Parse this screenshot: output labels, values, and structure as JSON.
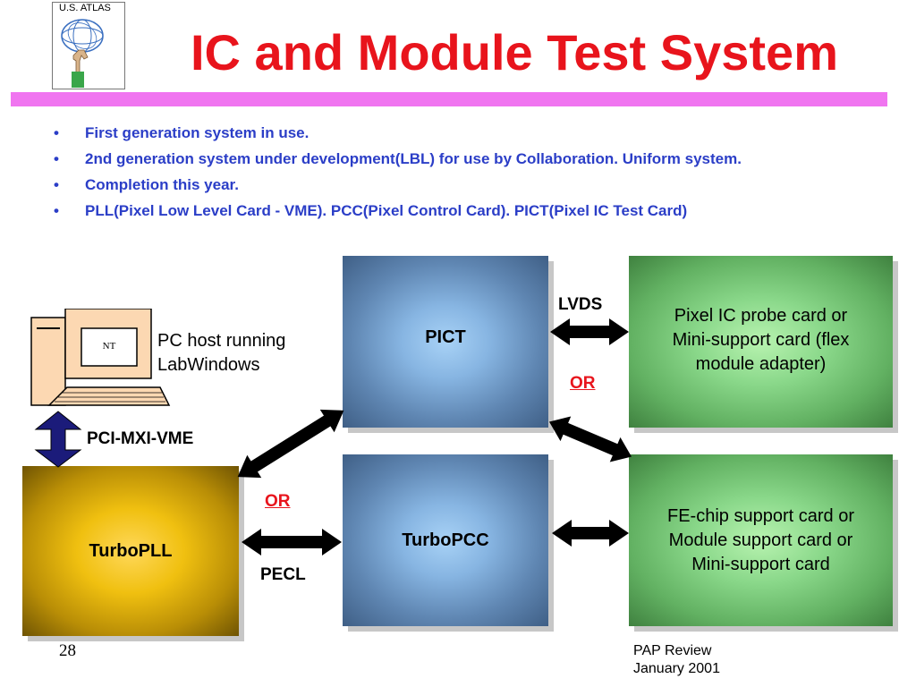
{
  "header": {
    "logo_text": "U.S. ATLAS",
    "title": "IC and Module Test System"
  },
  "bullets": [
    "First generation system in use.",
    "2nd generation system under development(LBL) for use by Collaboration. Uniform system.",
    "Completion this year.",
    "PLL(Pixel Low Level Card - VME). PCC(Pixel Control Card). PICT(Pixel IC Test Card)"
  ],
  "bullet_glyph": "•",
  "diagram": {
    "pc": {
      "screen_label": "NT",
      "caption_line1": "PC host running",
      "caption_line2": "LabWindows"
    },
    "pci_label": "PCI-MXI-VME",
    "turbopll": "TurboPLL",
    "pict": "PICT",
    "turbopcc": "TurboPCC",
    "probe_card": {
      "line1": "Pixel IC probe card or",
      "line2": "Mini-support card (flex",
      "line3": "module adapter)"
    },
    "fe_card": {
      "line1": "FE-chip support card or",
      "line2": "Module support card or",
      "line3": "Mini-support card"
    },
    "lvds": "LVDS",
    "or_top": "OR",
    "or_bottom": "OR",
    "pecl": "PECL"
  },
  "footer": {
    "page_number": "28",
    "line1": "PAP Review",
    "line2": "January 2001"
  },
  "colors": {
    "title": "#e8141c",
    "rule": "#f075f0",
    "bullet_text": "#2b3ec7",
    "arrow_navy": "#1b1b7a"
  }
}
